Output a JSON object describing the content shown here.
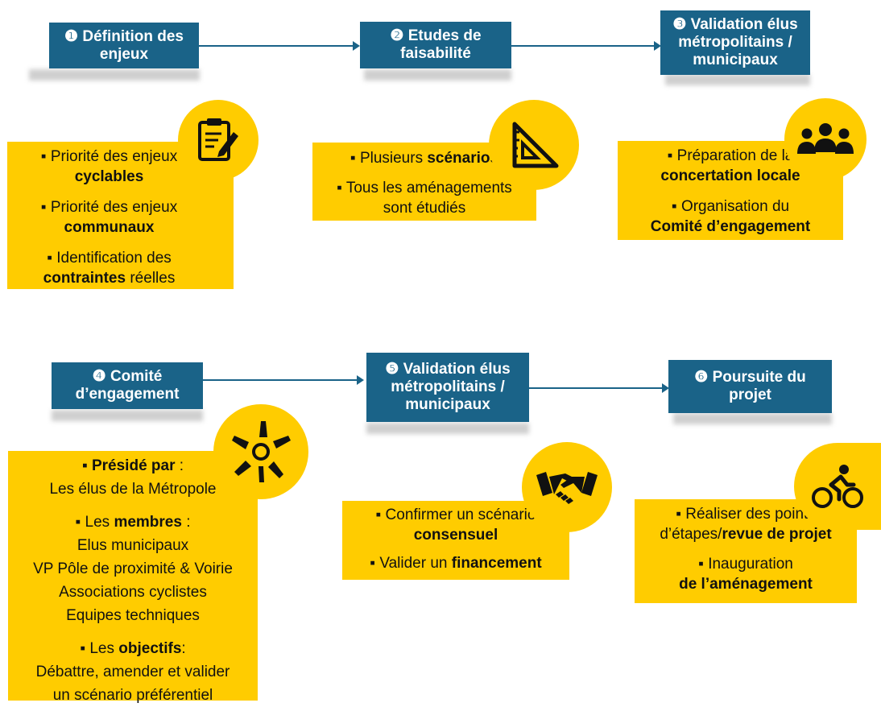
{
  "steps": [
    {
      "num": "❶",
      "label": "Définition des enjeux"
    },
    {
      "num": "❷",
      "label": "Etudes de faisabilité"
    },
    {
      "num": "❸",
      "label": "Validation élus métropolitains / municipaux"
    },
    {
      "num": "❹",
      "label": "Comité d’engagement"
    },
    {
      "num": "❺",
      "label": "Validation élus métropolitains / municipaux"
    },
    {
      "num": "❻",
      "label": "Poursuite du projet"
    }
  ],
  "bullet": "▪",
  "card1": {
    "i1_pre": "Priorité des enjeux",
    "i1_b": "cyclables",
    "i2_pre": "Priorité des enjeux",
    "i2_b": "communaux",
    "i3_pre": "Identification des",
    "i3_b": "contraintes",
    "i3_post": " réelles"
  },
  "card2": {
    "i1_pre": "Plusieurs ",
    "i1_b": "scénarios",
    "i2_l1": "Tous les aménagements",
    "i2_l2": "sont étudiés"
  },
  "card3": {
    "i1_pre": "Préparation de la",
    "i1_b": "concertation locale",
    "i2_pre": "Organisation du",
    "i2_b": "Comité d’engagement"
  },
  "card4": {
    "i1_b": "Présidé par",
    "i1_post": " :",
    "i1_l2": "Les élus de la Métropole",
    "i2_pre": "Les ",
    "i2_b": "membres",
    "i2_post": " :",
    "members": [
      "Elus municipaux",
      "VP Pôle de proximité & Voirie",
      "Associations cyclistes",
      "Equipes techniques"
    ],
    "i3_pre": "Les ",
    "i3_b": "objectifs",
    "i3_post": ":",
    "i3_l2": "Débattre, amender et valider",
    "i3_l3": "un scénario préférentiel"
  },
  "card5": {
    "i1_pre": "Confirmer un scénario",
    "i1_b": "consensuel",
    "i2_pre": "Valider un ",
    "i2_b": "financement"
  },
  "card6": {
    "i1_pre": "Réaliser des points",
    "i1_l2_pre": "d’étapes/",
    "i1_b": "revue de projet",
    "i2_pre": "Inauguration",
    "i2_b": "de l’aménagement"
  },
  "icons": [
    "clipboard-pencil-icon",
    "set-square-icon",
    "group-of-people-icon",
    "joined-hands-icon",
    "handshake-icon",
    "cyclist-icon"
  ],
  "colors": {
    "step": "#1a6388",
    "card": "#ffcc00"
  }
}
